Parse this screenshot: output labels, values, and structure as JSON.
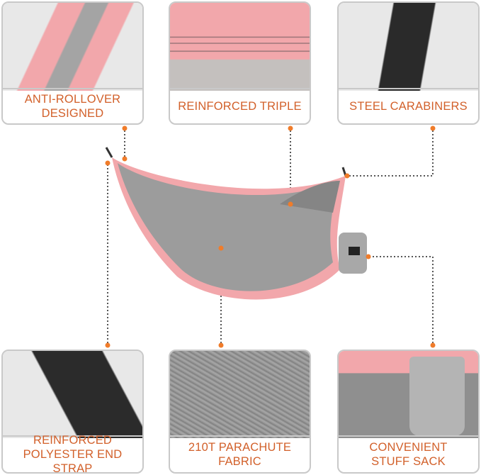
{
  "features": [
    {
      "label_line1": "ANTI-ROLLOVER",
      "label_line2": "DESIGNED"
    },
    {
      "label_line1": "REINFORCED TRIPLE",
      "label_line2": ""
    },
    {
      "label_line1": "STEEL CARABINERS",
      "label_line2": ""
    },
    {
      "label_line1": "REINFORCED",
      "label_line2": "POLYESTER END STRAP"
    },
    {
      "label_line1": "210T PARACHUTE",
      "label_line2": "FABRIC"
    },
    {
      "label_line1": "CONVENIENT",
      "label_line2": "STUFF SACK"
    }
  ],
  "colors": {
    "accent": "#d2602a",
    "pink": "#f2a7ab",
    "gray": "#9a9a9a",
    "dot": "#f07c2a"
  }
}
